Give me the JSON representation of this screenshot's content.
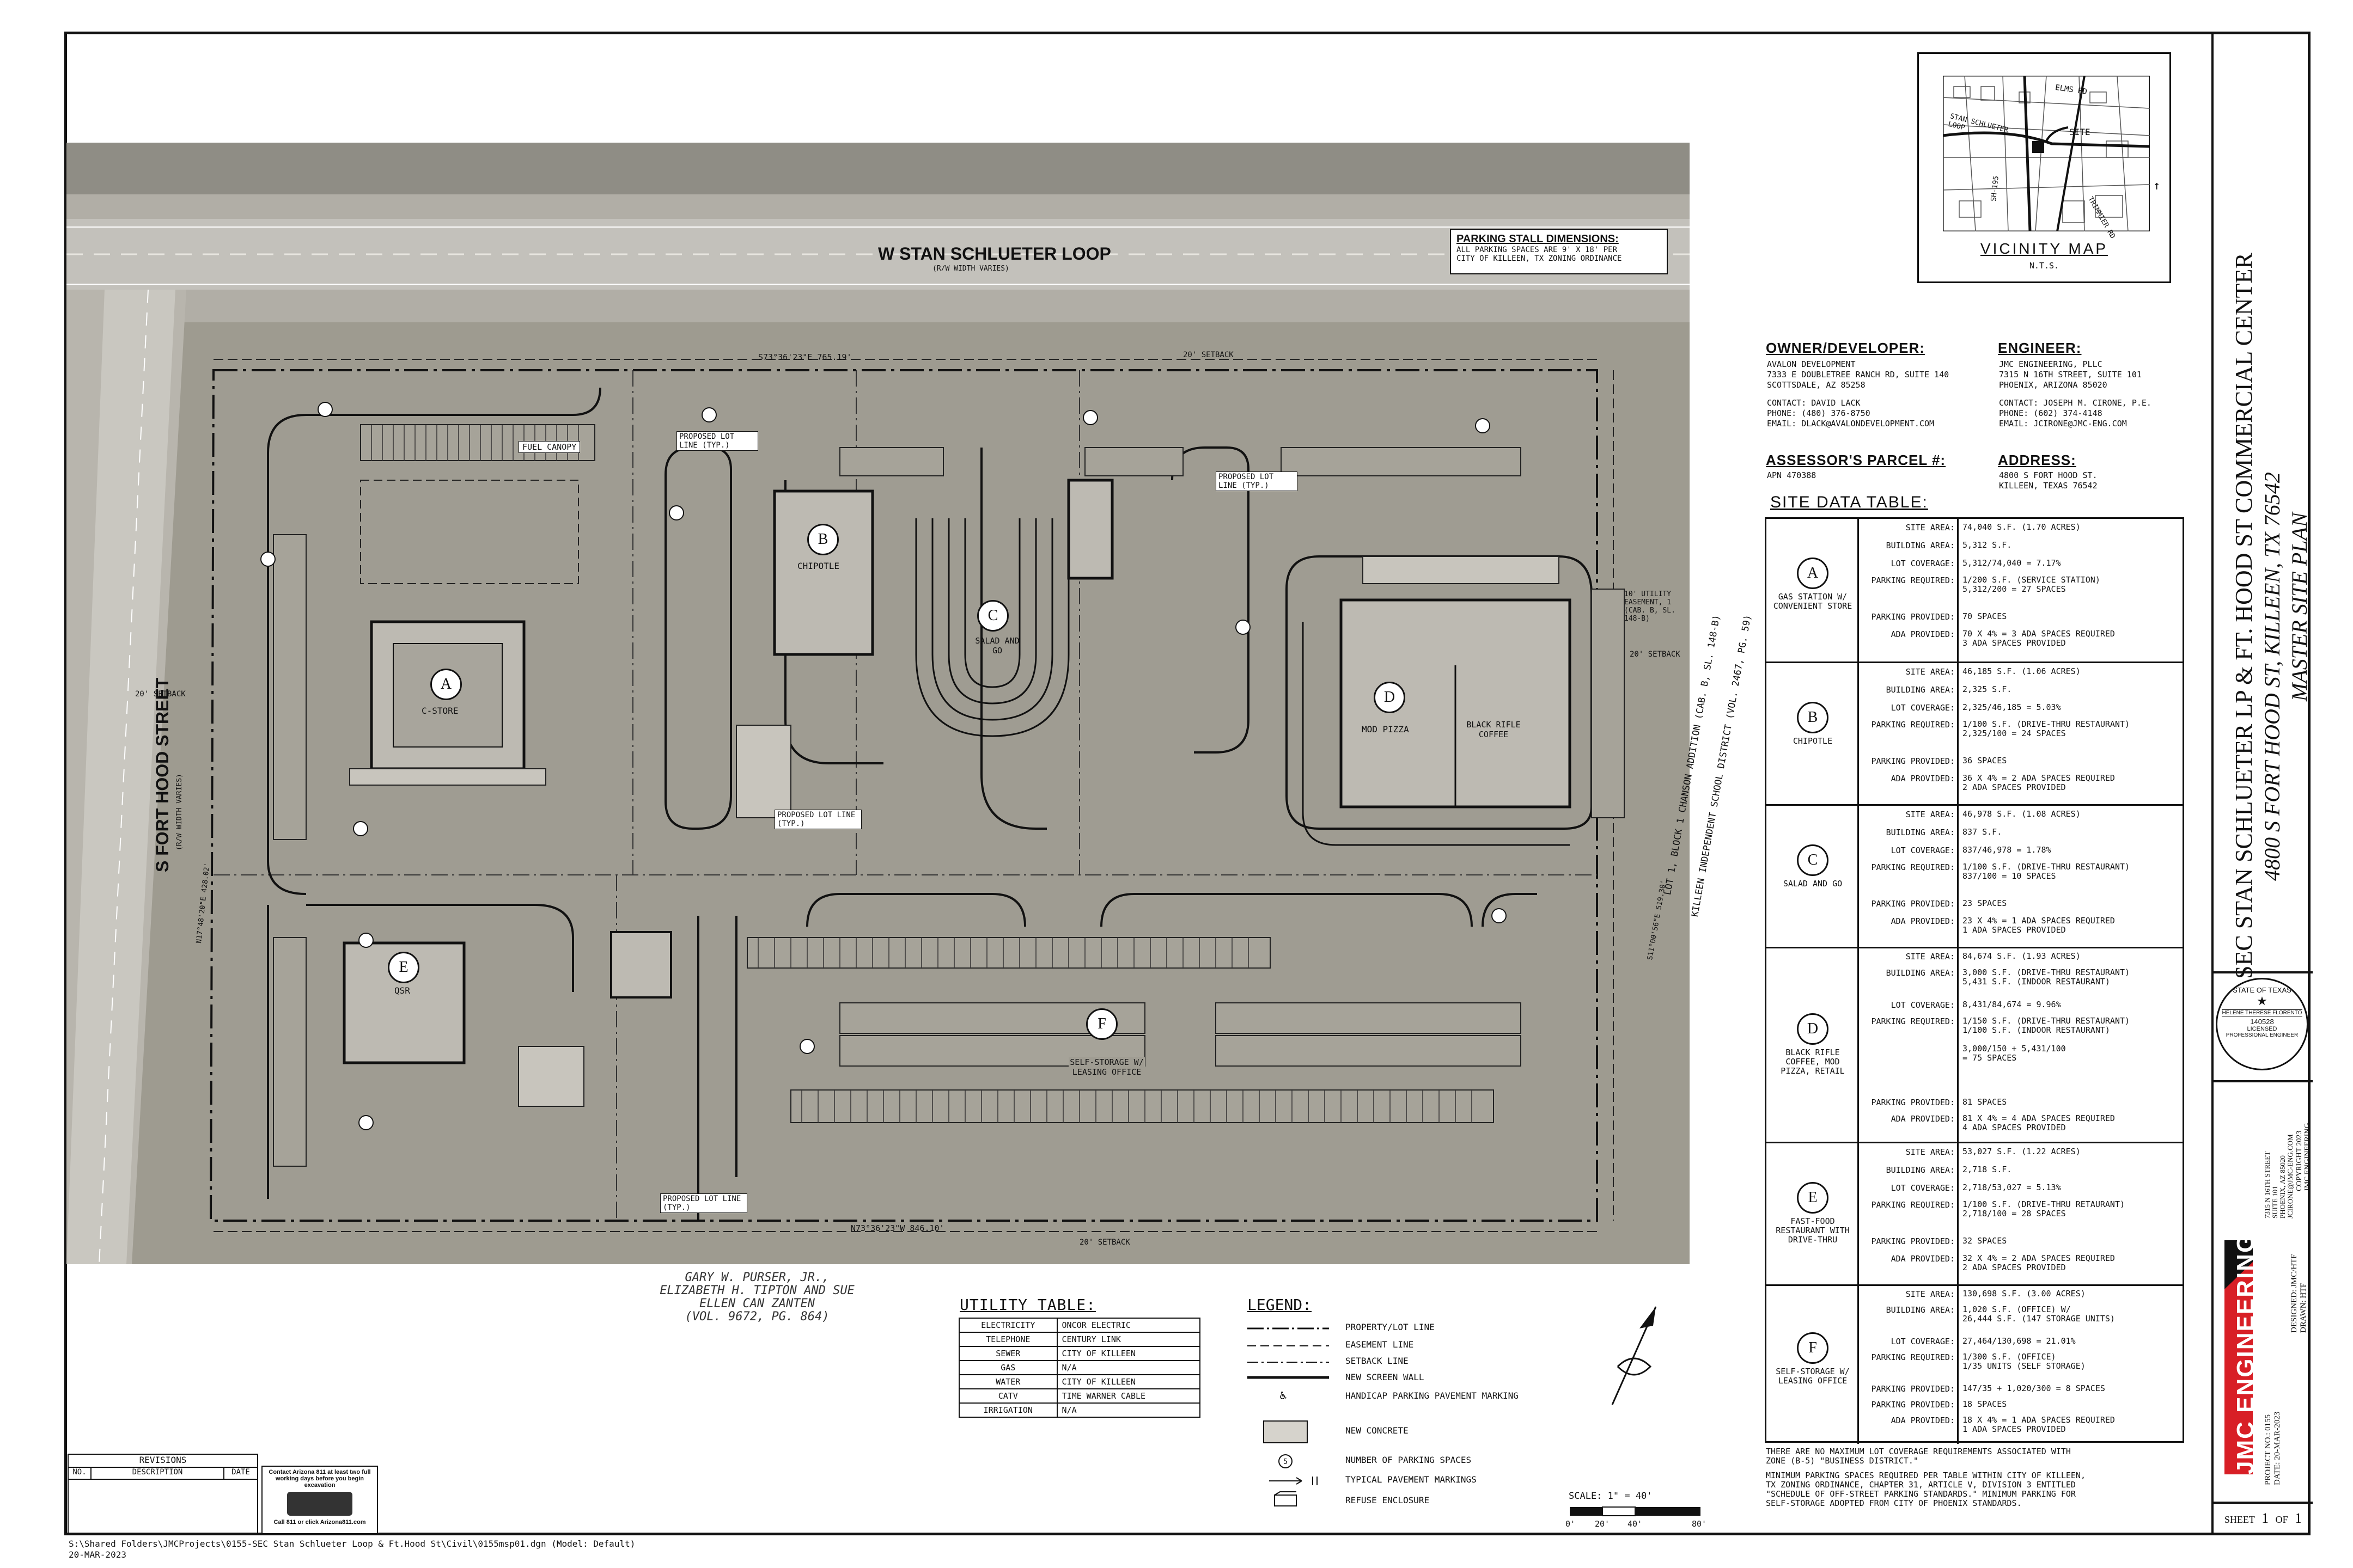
{
  "street_north": "W STAN SCHLUETER LOOP",
  "street_north_sub": "(R/W WIDTH VARIES)",
  "street_west": "S FORT HOOD STREET",
  "street_west_sub": "(R/W WIDTH VARIES)",
  "parking_stall": {
    "title": "PARKING STALL DIMENSIONS:",
    "lines": [
      "ALL PARKING SPACES ARE 9' X 18' PER",
      "CITY OF KILLEEN, TX ZONING ORDINANCE"
    ]
  },
  "map_labels": {
    "fuel_canopy": "FUEL CANOPY",
    "proposed_lot_line": "PROPOSED LOT LINE (TYP.)",
    "cstore": "C-STORE",
    "chipotle": "CHIPOTLE",
    "salad_and_go": "SALAD AND GO",
    "mod_pizza": "MOD PIZZA",
    "black_rifle_coffee": "BLACK RIFLE COFFEE",
    "qsr": "QSR",
    "self_storage": "SELF-STORAGE W/ LEASING OFFICE",
    "setback_20": "20' SETBACK",
    "utility_easement": "10' UTILITY EASEMENT, 1 (CAB. B, SL. 148-B)",
    "north_bearing": "S73°36'23\"E 765.19'",
    "south_bearing": "N73°36'23\"W 846.10'",
    "east_bearing": "S11°00'56\"E 519.30'",
    "west_bearing": "N17°48'20\"E 428.02'",
    "adjacent_east": "LOT 1, BLOCK 1 CHANSON ADDITION (CAB. B, SL. 148-B)",
    "adjacent_east2": "KILLEEN INDEPENDENT SCHOOL DISTRICT (VOL. 2467, PG. 59)",
    "adjacent_south": [
      "GARY W. PURSER, JR.,",
      "ELIZABETH H. TIPTON AND SUE",
      "ELLEN CAN ZANTEN",
      "(VOL. 9672, PG. 864)"
    ]
  },
  "vicinity_map": {
    "title": "VICINITY MAP",
    "scale": "N.T.S.",
    "labels": [
      "ELMS RD",
      "STAN SCHLUETER LOOP",
      "SITE",
      "SH-195",
      "TRIMMIER RD"
    ]
  },
  "owner": {
    "title": "OWNER/DEVELOPER:",
    "lines": [
      "AVALON DEVELOPMENT",
      "7333 E DOUBLETREE RANCH RD, SUITE 140",
      "SCOTTSDALE, AZ 85258",
      "",
      "CONTACT: DAVID LACK",
      "PHONE: (480) 376-8750",
      "EMAIL: DLACK@AVALONDEVELOPMENT.COM"
    ]
  },
  "engineer": {
    "title": "ENGINEER:",
    "lines": [
      "JMC ENGINEERING, PLLC",
      "7315 N 16TH STREET, SUITE 101",
      "PHOENIX, ARIZONA 85020",
      "",
      "CONTACT: JOSEPH M. CIRONE, P.E.",
      "PHONE: (602) 374-4148",
      "EMAIL: JCIRONE@JMC-ENG.COM"
    ]
  },
  "assessor": {
    "title": "ASSESSOR'S PARCEL #:",
    "value": "APN 470388"
  },
  "address": {
    "title": "ADDRESS:",
    "lines": [
      "4800 S FORT HOOD ST.",
      "KILLEEN, TEXAS 76542"
    ]
  },
  "site_table": {
    "title": "SITE DATA TABLE:",
    "sites": [
      {
        "letter": "A",
        "name": "GAS STATION W/ CONVENIENT STORE",
        "rows": [
          [
            "SITE AREA:",
            "74,040 S.F. (1.70 ACRES)"
          ],
          [
            "BUILDING AREA:",
            "5,312 S.F."
          ],
          [
            "LOT COVERAGE:",
            "5,312/74,040 = 7.17%"
          ],
          [
            "PARKING REQUIRED:",
            "1/200 S.F. (SERVICE STATION)\n5,312/200 = 27 SPACES"
          ],
          [
            "PARKING PROVIDED:",
            "70 SPACES"
          ],
          [
            "ADA PROVIDED:",
            "70 X 4% = 3 ADA SPACES REQUIRED\n3 ADA SPACES PROVIDED"
          ]
        ]
      },
      {
        "letter": "B",
        "name": "CHIPOTLE",
        "rows": [
          [
            "SITE AREA:",
            "46,185 S.F. (1.06 ACRES)"
          ],
          [
            "BUILDING AREA:",
            "2,325 S.F."
          ],
          [
            "LOT COVERAGE:",
            "2,325/46,185 = 5.03%"
          ],
          [
            "PARKING REQUIRED:",
            "1/100 S.F. (DRIVE-THRU RESTAURANT)\n2,325/100 = 24 SPACES"
          ],
          [
            "PARKING PROVIDED:",
            "36 SPACES"
          ],
          [
            "ADA PROVIDED:",
            "36 X 4% = 2 ADA SPACES REQUIRED\n2 ADA SPACES PROVIDED"
          ]
        ]
      },
      {
        "letter": "C",
        "name": "SALAD AND GO",
        "rows": [
          [
            "SITE AREA:",
            "46,978 S.F. (1.08 ACRES)"
          ],
          [
            "BUILDING AREA:",
            "837 S.F."
          ],
          [
            "LOT COVERAGE:",
            "837/46,978 = 1.78%"
          ],
          [
            "PARKING REQUIRED:",
            "1/100 S.F. (DRIVE-THRU RESTAURANT)\n837/100 = 10 SPACES"
          ],
          [
            "PARKING PROVIDED:",
            "23 SPACES"
          ],
          [
            "ADA PROVIDED:",
            "23 X 4% = 1 ADA SPACES REQUIRED\n1 ADA SPACES PROVIDED"
          ]
        ]
      },
      {
        "letter": "D",
        "name": "BLACK RIFLE COFFEE, MOD PIZZA, RETAIL",
        "rows": [
          [
            "SITE AREA:",
            "84,674 S.F. (1.93 ACRES)"
          ],
          [
            "BUILDING AREA:",
            "3,000 S.F. (DRIVE-THRU RESTAURANT)\n5,431 S.F. (INDOOR RESTAURANT)"
          ],
          [
            "LOT COVERAGE:",
            "8,431/84,674 = 9.96%"
          ],
          [
            "PARKING REQUIRED:",
            "1/150 S.F. (DRIVE-THRU RESTAURANT)\n1/100 S.F. (INDOOR RESTAURANT)\n\n3,000/150 + 5,431/100\n= 75 SPACES"
          ],
          [
            "PARKING PROVIDED:",
            "81 SPACES"
          ],
          [
            "ADA PROVIDED:",
            "81 X 4% = 4 ADA SPACES REQUIRED\n4 ADA SPACES PROVIDED"
          ]
        ]
      },
      {
        "letter": "E",
        "name": "FAST-FOOD RESTAURANT WITH DRIVE-THRU",
        "rows": [
          [
            "SITE AREA:",
            "53,027 S.F. (1.22 ACRES)"
          ],
          [
            "BUILDING AREA:",
            "2,718 S.F."
          ],
          [
            "LOT COVERAGE:",
            "2,718/53,027 = 5.13%"
          ],
          [
            "PARKING REQUIRED:",
            "1/100 S.F. (DRIVE-THRU RETAURANT)\n2,718/100 = 28 SPACES"
          ],
          [
            "PARKING PROVIDED:",
            "32 SPACES"
          ],
          [
            "ADA PROVIDED:",
            "32 X 4% = 2 ADA SPACES REQUIRED\n2 ADA SPACES PROVIDED"
          ]
        ]
      },
      {
        "letter": "F",
        "name": "SELF-STORAGE W/ LEASING OFFICE",
        "rows": [
          [
            "SITE AREA:",
            "130,698 S.F. (3.00 ACRES)"
          ],
          [
            "BUILDING AREA:",
            "1,020 S.F. (OFFICE) W/\n26,444 S.F. (147 STORAGE UNITS)"
          ],
          [
            "LOT COVERAGE:",
            "27,464/130,698 = 21.01%"
          ],
          [
            "PARKING REQUIRED:",
            "1/300 S.F. (OFFICE)\n1/35 UNITS (SELF STORAGE)"
          ],
          [
            "PARKING PROVIDED:",
            "147/35 + 1,020/300 = 8 SPACES"
          ],
          [
            "PARKING PROVIDED:",
            "18 SPACES"
          ],
          [
            "ADA PROVIDED:",
            "18 X 4% = 1 ADA SPACES REQUIRED\n1 ADA SPACES PROVIDED"
          ]
        ]
      }
    ]
  },
  "notes": [
    "THERE ARE NO MAXIMUM LOT COVERAGE REQUIREMENTS ASSOCIATED WITH",
    "ZONE (B-5) \"BUSINESS DISTRICT.\"",
    "",
    "MINIMUM PARKING SPACES REQUIRED PER TABLE WITHIN CITY OF KILLEEN,",
    "TX ZONING ORDINANCE, CHAPTER 31, ARTICLE V, DIVISION 3 ENTITLED",
    "\"SCHEDULE OF OFF-STREET PARKING STANDARDS.\" MINIMUM PARKING FOR",
    "SELF-STORAGE ADOPTED FROM CITY OF PHOENIX STANDARDS."
  ],
  "utility_table": {
    "title": "UTILITY TABLE:",
    "rows": [
      [
        "ELECTRICITY",
        "ONCOR ELECTRIC"
      ],
      [
        "TELEPHONE",
        "CENTURY LINK"
      ],
      [
        "SEWER",
        "CITY OF KILLEEN"
      ],
      [
        "GAS",
        "N/A"
      ],
      [
        "WATER",
        "CITY OF KILLEEN"
      ],
      [
        "CATV",
        "TIME WARNER CABLE"
      ],
      [
        "IRRIGATION",
        "N/A"
      ]
    ]
  },
  "legend": {
    "title": "LEGEND:",
    "items": [
      "PROPERTY/LOT LINE",
      "EASEMENT LINE",
      "SETBACK LINE",
      "NEW SCREEN WALL",
      "HANDICAP PARKING PAVEMENT MARKING",
      "NEW CONCRETE",
      "NUMBER OF PARKING SPACES",
      "TYPICAL PAVEMENT MARKINGS",
      "REFUSE ENCLOSURE"
    ]
  },
  "scale_bar": {
    "label": "SCALE: 1\" = 40'",
    "ticks": [
      "0'",
      "20'",
      "40'",
      "80'"
    ]
  },
  "revisions": {
    "title": "REVISIONS",
    "cols": [
      "NO.",
      "DESCRIPTION",
      "DATE"
    ]
  },
  "az811": {
    "line1": "Contact Arizona 811 at least two full",
    "line2": "working days before you begin excavation",
    "line3": "Call 811 or click Arizona811.com"
  },
  "file_path": "S:\\Shared Folders\\JMCProjects\\0155-SEC Stan Schlueter Loop & Ft.Hood St\\Civil\\0155msp01.dgn (Model: Default)",
  "file_date": "20-MAR-2023",
  "title_block": {
    "line1": "SEC STAN SCHLUETER LP & FT. HOOD ST COMMERCIAL CENTER",
    "line2": "4800 S FORT HOOD ST, KILLEEN, TX 76542",
    "line3": "MASTER SITE PLAN"
  },
  "seal": {
    "top": "STATE OF TEXAS",
    "name": "HELENE THERESE FLORENTO",
    "number": "140528",
    "status": "LICENSED",
    "bottom": "PROFESSIONAL ENGINEER"
  },
  "firm": {
    "name": "JMC ENGINEERING",
    "address": [
      "7315 N 16TH STREET",
      "SUITE 101",
      "PHOENIX, AZ 85020",
      "JCIRONE@JMC-ENG.COM"
    ],
    "copyright": [
      "COPYRIGHT 2023",
      "JMC ENGINEERING"
    ],
    "project_no": "PROJECT NO.: 0155",
    "date": "DATE: 20-MAR-2023",
    "designed": "DESIGNED: JMC/HTF",
    "drawn": "DRAWN: HTF"
  },
  "sheet": {
    "label": "SHEET",
    "num": "1",
    "of": "OF",
    "total": "1"
  }
}
